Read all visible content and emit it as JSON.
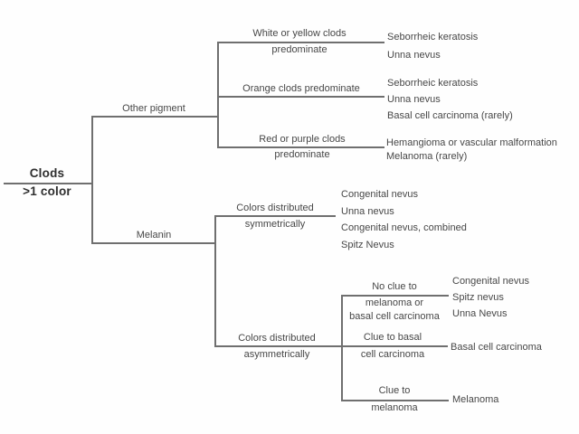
{
  "diagram": {
    "root": {
      "name": "Clods",
      "qualifier": ">1 color"
    },
    "nodes": {
      "other_pigment": {
        "label": "Other pigment"
      },
      "melanin": {
        "label": "Melanin"
      },
      "white_yellow": {
        "line1": "White or yellow clods",
        "line2": "predominate"
      },
      "orange": {
        "label": "Orange clods predominate"
      },
      "red_purple": {
        "line1": "Red or purple clods",
        "line2": "predominate"
      },
      "symmetric": {
        "line1": "Colors distributed",
        "line2": "symmetrically"
      },
      "asymmetric": {
        "line1": "Colors distributed",
        "line2": "asymmetrically"
      },
      "no_clue": {
        "line1": "No clue to",
        "line2": "melanoma or",
        "line3": "basal cell carcinoma"
      },
      "clue_bcc": {
        "line1": "Clue to basal",
        "line2": "cell carcinoma"
      },
      "clue_melanoma": {
        "line1": "Clue to",
        "line2": "melanoma"
      }
    },
    "outcomes": {
      "white_yellow": [
        "Seborrheic keratosis",
        "Unna nevus"
      ],
      "orange": [
        "Seborrheic keratosis",
        "Unna nevus",
        "Basal cell carcinoma (rarely)"
      ],
      "red_purple": [
        "Hemangioma or vascular malformation",
        "Melanoma (rarely)"
      ],
      "symmetric": [
        "Congenital nevus",
        "Unna nevus",
        "Congenital nevus, combined",
        "Spitz Nevus"
      ],
      "no_clue": [
        "Congenital nevus",
        "Spitz nevus",
        "Unna Nevus"
      ],
      "clue_bcc": [
        "Basal cell carcinoma"
      ],
      "clue_melanoma": [
        "Melanoma"
      ]
    },
    "colors": {
      "background": "#fefefe",
      "text": "#474747",
      "line": "#6f6f6f"
    }
  }
}
